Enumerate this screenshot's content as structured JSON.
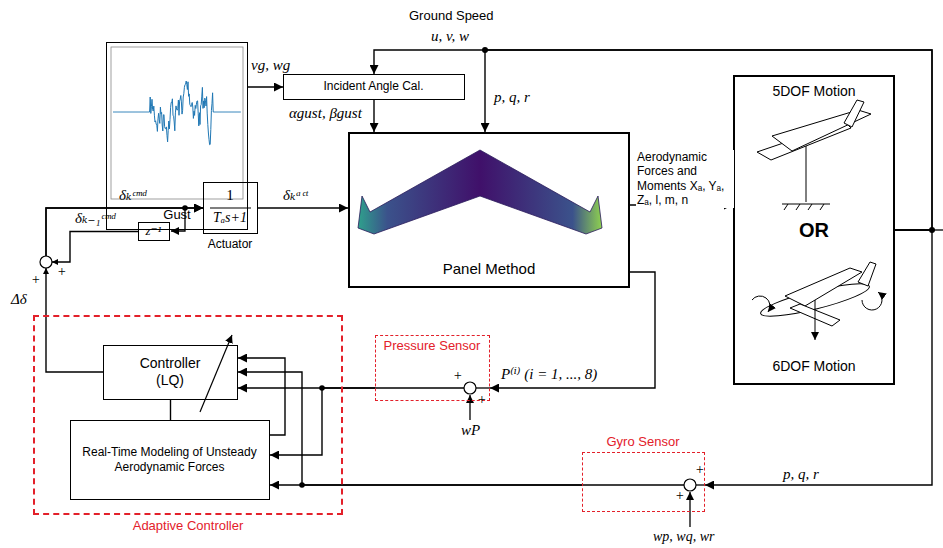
{
  "diagram": {
    "nodes": [
      {
        "text": [
          "Gust"
        ]
      },
      {
        "text": [
          "Incident Angle Cal."
        ]
      },
      {
        "text": [
          "Panel Method"
        ]
      },
      {
        "text": [
          "1",
          "Tₐs+1",
          "Actuator"
        ]
      },
      {
        "text": [
          "z⁻¹"
        ]
      },
      {
        "text": [
          "5DOF Motion",
          "OR",
          "6DOF Motion"
        ]
      },
      {
        "text": [
          "Adaptive Controller"
        ]
      },
      {
        "text": [
          "Controller (LQ)"
        ],
        "in": 6
      },
      {
        "text": [
          "Real-Time Modeling of Unsteady Aerodynamic Forces"
        ],
        "in": 6
      },
      {
        "text": [
          "Pressure Sensor"
        ]
      },
      {
        "text": [
          "Gyro Sensor"
        ]
      }
    ],
    "edges": [
      {
        "from": 0,
        "to": 1,
        "arrow": "to",
        "label": "vg, wg"
      },
      {
        "from": 1,
        "to": 2,
        "arrow": "to",
        "label": "αgust, βgust"
      },
      {
        "from": 3,
        "to": 2,
        "arrow": "to",
        "label": "δₖᵃᶜᵗ"
      },
      {
        "from": 2,
        "to": 5,
        "arrow": "to",
        "label": "Aerodynamic Forces and Moments Xₐ, Yₐ, Zₐ, l, m, n"
      },
      {
        "from": 2,
        "to": 9,
        "arrow": "to",
        "label": "P⁽ⁱ⁾ (i = 1, ..., 8)"
      },
      {
        "from": 9,
        "to": 7,
        "arrow": "to"
      },
      {
        "from": 9,
        "to": 8,
        "arrow": "to"
      },
      {
        "from": 10,
        "to": 8,
        "arrow": "to"
      },
      {
        "from": 10,
        "to": 7,
        "arrow": "to"
      },
      {
        "from": 8,
        "to": 7,
        "arrow": "to"
      },
      {
        "from": 7,
        "to": 8,
        "arrow": "none"
      },
      {
        "from": 7,
        "to": 3,
        "arrow": "to"
      },
      {
        "from": 4,
        "to": 3,
        "arrow": "to"
      },
      {
        "from": 5,
        "to": 1,
        "arrow": "to",
        "label": "u, v, w"
      },
      {
        "from": 5,
        "to": 2,
        "arrow": "to",
        "label": "p, q, r"
      },
      {
        "from": 5,
        "to": 10,
        "arrow": "to",
        "label": "p, q, r"
      }
    ],
    "labels": [
      "Ground Speed",
      "δₖᶜᵐᵈ",
      "δₖ₋₁ᶜᵐᵈ",
      "+",
      "+",
      "+",
      "+",
      "+",
      "+",
      "wP",
      "wp, wq, wr",
      "Δδ"
    ]
  }
}
